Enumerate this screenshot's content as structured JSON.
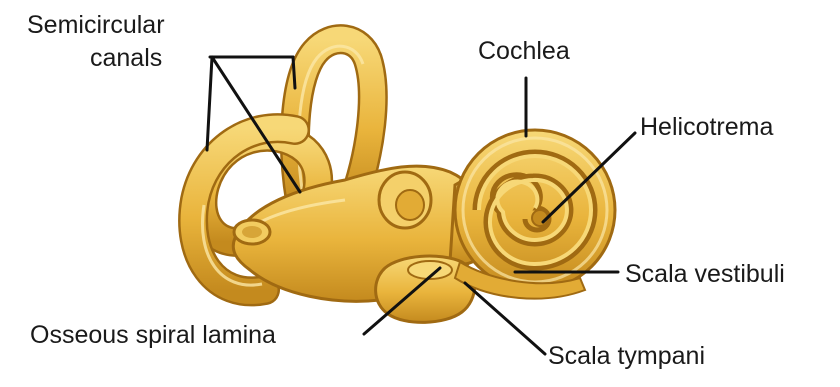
{
  "labels": {
    "semicircular_line1": "Semicircular",
    "semicircular_line2": "canals",
    "cochlea": "Cochlea",
    "helicotrema": "Helicotrema",
    "scala_vestibuli": "Scala vestibuli",
    "osseous_spiral_lamina": "Osseous spiral lamina",
    "scala_tympani": "Scala tympani"
  },
  "colors": {
    "bone_fill": "#e9b43c",
    "bone_light": "#f7d877",
    "bone_outline": "#a06a12",
    "bone_shadow": "#c48a1e",
    "label_line": "#111111"
  }
}
